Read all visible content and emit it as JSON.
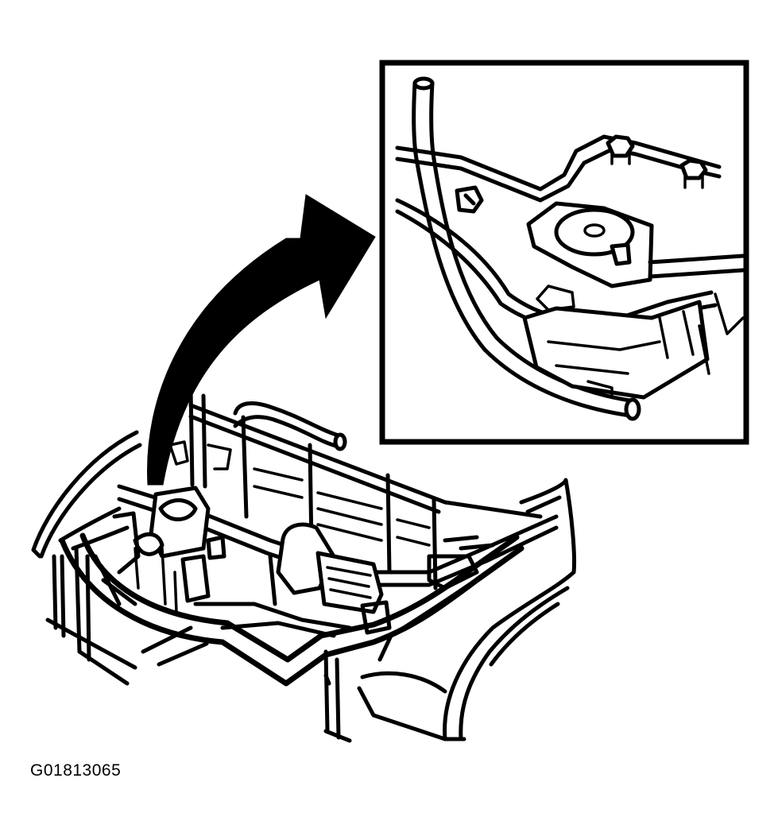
{
  "figure": {
    "code": "G01813065"
  },
  "illustration": {
    "main_view": "engine-compartment-view",
    "inset_view": "detail-view",
    "arrow": "curved-arrow-icon"
  }
}
